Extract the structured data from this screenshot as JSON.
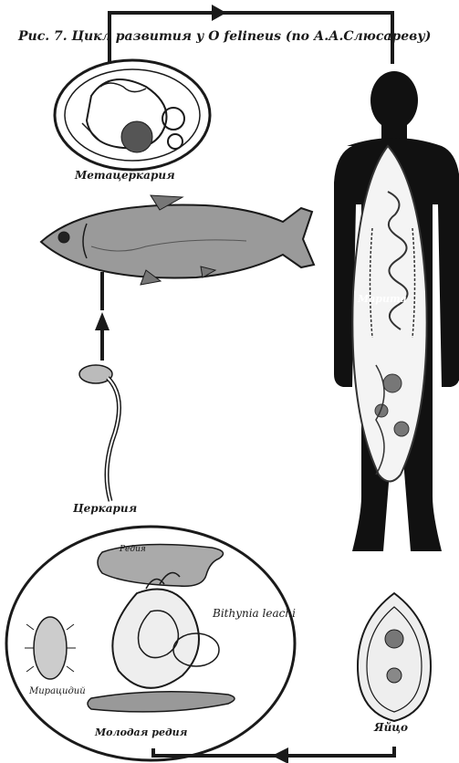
{
  "figure": {
    "title": "Рис. 7.  Цикл развития у O felineus  (по А.А.Слюсареву)"
  },
  "stages": {
    "metacercaria": "Метацеркария",
    "marita": "Марита",
    "cercaria": "Церкария",
    "redia": "Редия",
    "snail": "Bithynia leachi",
    "miracidium": "Мирацидий",
    "young_redia": "Молодая редия",
    "egg": "Яйцо"
  },
  "colors": {
    "ink": "#1a1a1a",
    "paper": "#ffffff",
    "silhouette": "#111111"
  },
  "icons": {
    "cycle_arrows": "triangle-arrowhead",
    "host_fish": "fish-illustration",
    "host_human": "human-silhouette",
    "host_snail": "snail-illustration"
  }
}
